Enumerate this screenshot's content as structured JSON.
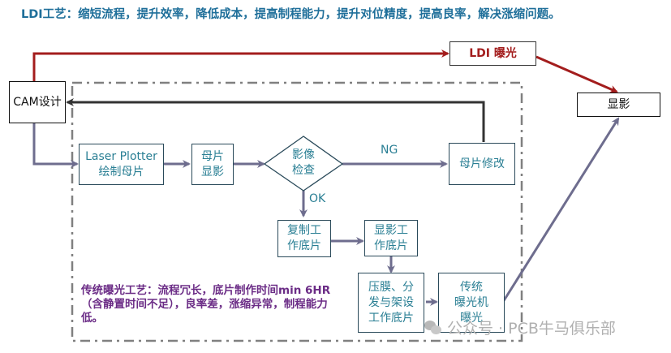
{
  "title": "LDI工艺：缩短流程，提升效率，降低成本，提高制程能力，提升对位精度，提高良率，解决涨缩问题。",
  "colors": {
    "title": "#1f6f9a",
    "ldi_path": "#a31d1d",
    "traditional_path": "#6e6d8e",
    "feedback_path": "#333333",
    "node_text": "#2a7f94",
    "note_text": "#6b2c86",
    "dashed_boundary": "#808080"
  },
  "nodes": {
    "cam": "CAM设计",
    "ldi": "LDI 曝光",
    "develop": "显影",
    "laser_plotter_line1": "Laser Plotter",
    "laser_plotter_line2": "绘制母片",
    "master_develop_line1": "母片",
    "master_develop_line2": "显影",
    "inspect_line1": "影像",
    "inspect_line2": "检查",
    "master_repair": "母片修改",
    "copy_film_line1": "复制工",
    "copy_film_line2": "作底片",
    "develop_film_line1": "显影工",
    "develop_film_line2": "作底片",
    "lamination_line1": "压膜、分",
    "lamination_line2": "发与架设",
    "lamination_line3": "工作底片",
    "trad_expose_line1": "传统",
    "trad_expose_line2": "曝光机",
    "trad_expose_line3": "曝光"
  },
  "edge_labels": {
    "ng": "NG",
    "ok": "OK"
  },
  "note": "传统曝光工艺：流程冗长，底片制作时间min 6HR（含静置时间不足），良率差，涨缩异常，制程能力低。",
  "watermark": "公众号 · PCB牛马俱乐部"
}
